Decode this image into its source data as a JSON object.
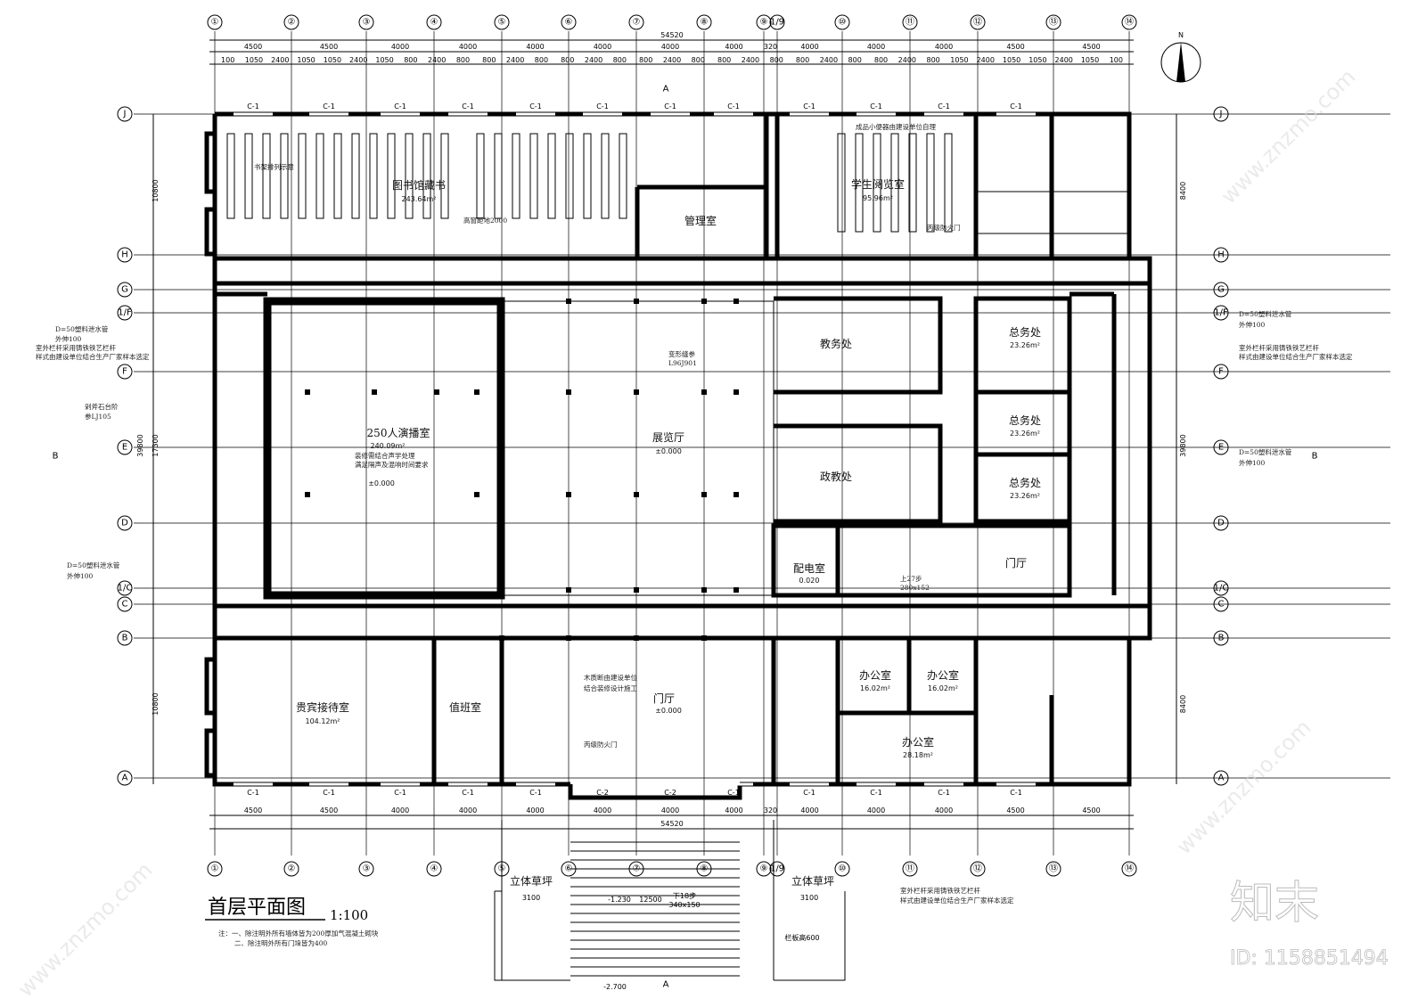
{
  "title": "首层平面图",
  "scale": "1:100",
  "notes": [
    "注：一、除注明外所有墙体皆为200厚加气混凝土砌块",
    "二、除注明外所有门垛皆为400"
  ],
  "north_label": "N",
  "axes_x": [
    "①",
    "②",
    "③",
    "④",
    "⑤",
    "⑥",
    "⑦",
    "⑧",
    "⑨",
    "1/9",
    "⑩",
    "⑪",
    "⑫",
    "⑬",
    "⑭"
  ],
  "axes_y": [
    "J",
    "H",
    "G",
    "1/F",
    "F",
    "E",
    "D",
    "1/C",
    "C",
    "B",
    "A"
  ],
  "overall_width": "54520",
  "overall_depth": "39800",
  "bay_dims": [
    "4500",
    "4500",
    "4000",
    "4000",
    "4000",
    "4000",
    "4000",
    "4000",
    "320",
    "4000",
    "4000",
    "4000",
    "4500",
    "4500"
  ],
  "sub_dims_top": [
    "100",
    "1050",
    "2400",
    "1050",
    "1050",
    "2400",
    "1050",
    "800",
    "2400",
    "800",
    "800",
    "2400",
    "800",
    "800",
    "2400",
    "800",
    "800",
    "2400",
    "800",
    "800",
    "2400",
    "800",
    "800",
    "2400",
    "800",
    "800",
    "2400",
    "800",
    "1050",
    "2400",
    "1050",
    "1050",
    "2400",
    "1050",
    "100"
  ],
  "side_dims": [
    "10800",
    "17300",
    "10800"
  ],
  "right_dims": [
    "8400",
    "39800",
    "8400"
  ],
  "window_top": [
    "C-1",
    "C-1",
    "C-1",
    "C-1",
    "C-1",
    "C-1",
    "C-1",
    "C-1",
    "C-1",
    "C-1",
    "C-1",
    "C-1"
  ],
  "window_bottom": [
    "C-1",
    "C-1",
    "C-1",
    "C-1",
    "C-1",
    "C-2",
    "C-2",
    "C-1",
    "C-1",
    "C-1",
    "C-1",
    "C-1"
  ],
  "rooms": {
    "library": {
      "name": "图书馆藏书",
      "area": "243.64m²",
      "note": "书架排列示意",
      "window_note": "高窗距地2000"
    },
    "manager": {
      "name": "管理室"
    },
    "reading": {
      "name": "学生阅览室",
      "area": "95.96m²",
      "note": "成品小便器由建设单位自理"
    },
    "studio": {
      "name": "250人演播室",
      "area": "240.09m²",
      "note1": "装修需结合声学处理",
      "note2": "满足隔声及混响时间要求",
      "level": "±0.000"
    },
    "exhibition": {
      "name": "展览厅",
      "level": "±0.000"
    },
    "academic": {
      "name": "教务处"
    },
    "general1": {
      "name": "总务处",
      "area": "23.26m²"
    },
    "general2": {
      "name": "总务处",
      "area": "23.26m²"
    },
    "general3": {
      "name": "总务处",
      "area": "23.26m²"
    },
    "political": {
      "name": "政教处"
    },
    "power": {
      "name": "配电室",
      "level": "0.020"
    },
    "lobby_right": {
      "name": "门厅"
    },
    "vip": {
      "name": "贵宾接待室",
      "area": "104.12m²"
    },
    "duty": {
      "name": "值班室"
    },
    "lobby": {
      "name": "门厅",
      "level": "±0.000",
      "note1": "木质断由建设单位",
      "note2": "结合装修设计施工"
    },
    "office1": {
      "name": "办公室",
      "area": "16.02m²"
    },
    "office2": {
      "name": "办公室",
      "area": "16.02m²"
    },
    "office3": {
      "name": "办公室",
      "area": "28.18m²"
    }
  },
  "annotations": {
    "drain_left": "D=50塑料泄水管",
    "drain_left2": "外伸100",
    "rail_left": "室外栏杆采用铸铁铁艺栏杆",
    "rail_left2": "样式由建设单位结合生产厂家样本选定",
    "step_left": "剁斧石台阶",
    "step_left2": "参LJ105",
    "drain_right": "D=50塑料泄水管",
    "drain_right2": "外伸100",
    "rail_right": "室外栏杆采用铸铁铁艺栏杆",
    "rail_right2": "样式由建设单位结合生产厂家样本选定",
    "rail_bottom": "室外栏杆采用铸铁铁艺栏杆",
    "rail_bottom2": "样式由建设单位结合生产厂家样本选定",
    "lawn_left": "立体草坪",
    "lawn_right": "立体草坪",
    "lawn_w": "3100",
    "steps": "下18步",
    "steps_dim": "340x150",
    "front_level": "-1.230",
    "front_width": "12500",
    "ground_level": "-2.700",
    "fire_door": "丙级防火门",
    "fire_door2": "丙级防火门",
    "joint": "变形缝参",
    "joint_ref": "L96J901",
    "section_mark": "B",
    "section_a": "A",
    "railing_h": "栏板高600",
    "stair_up": "上27步",
    "stair_dim": "280x152"
  },
  "watermark": {
    "logo": "知末",
    "id": "ID: 1158851494",
    "url": "www.znzmo.com"
  }
}
